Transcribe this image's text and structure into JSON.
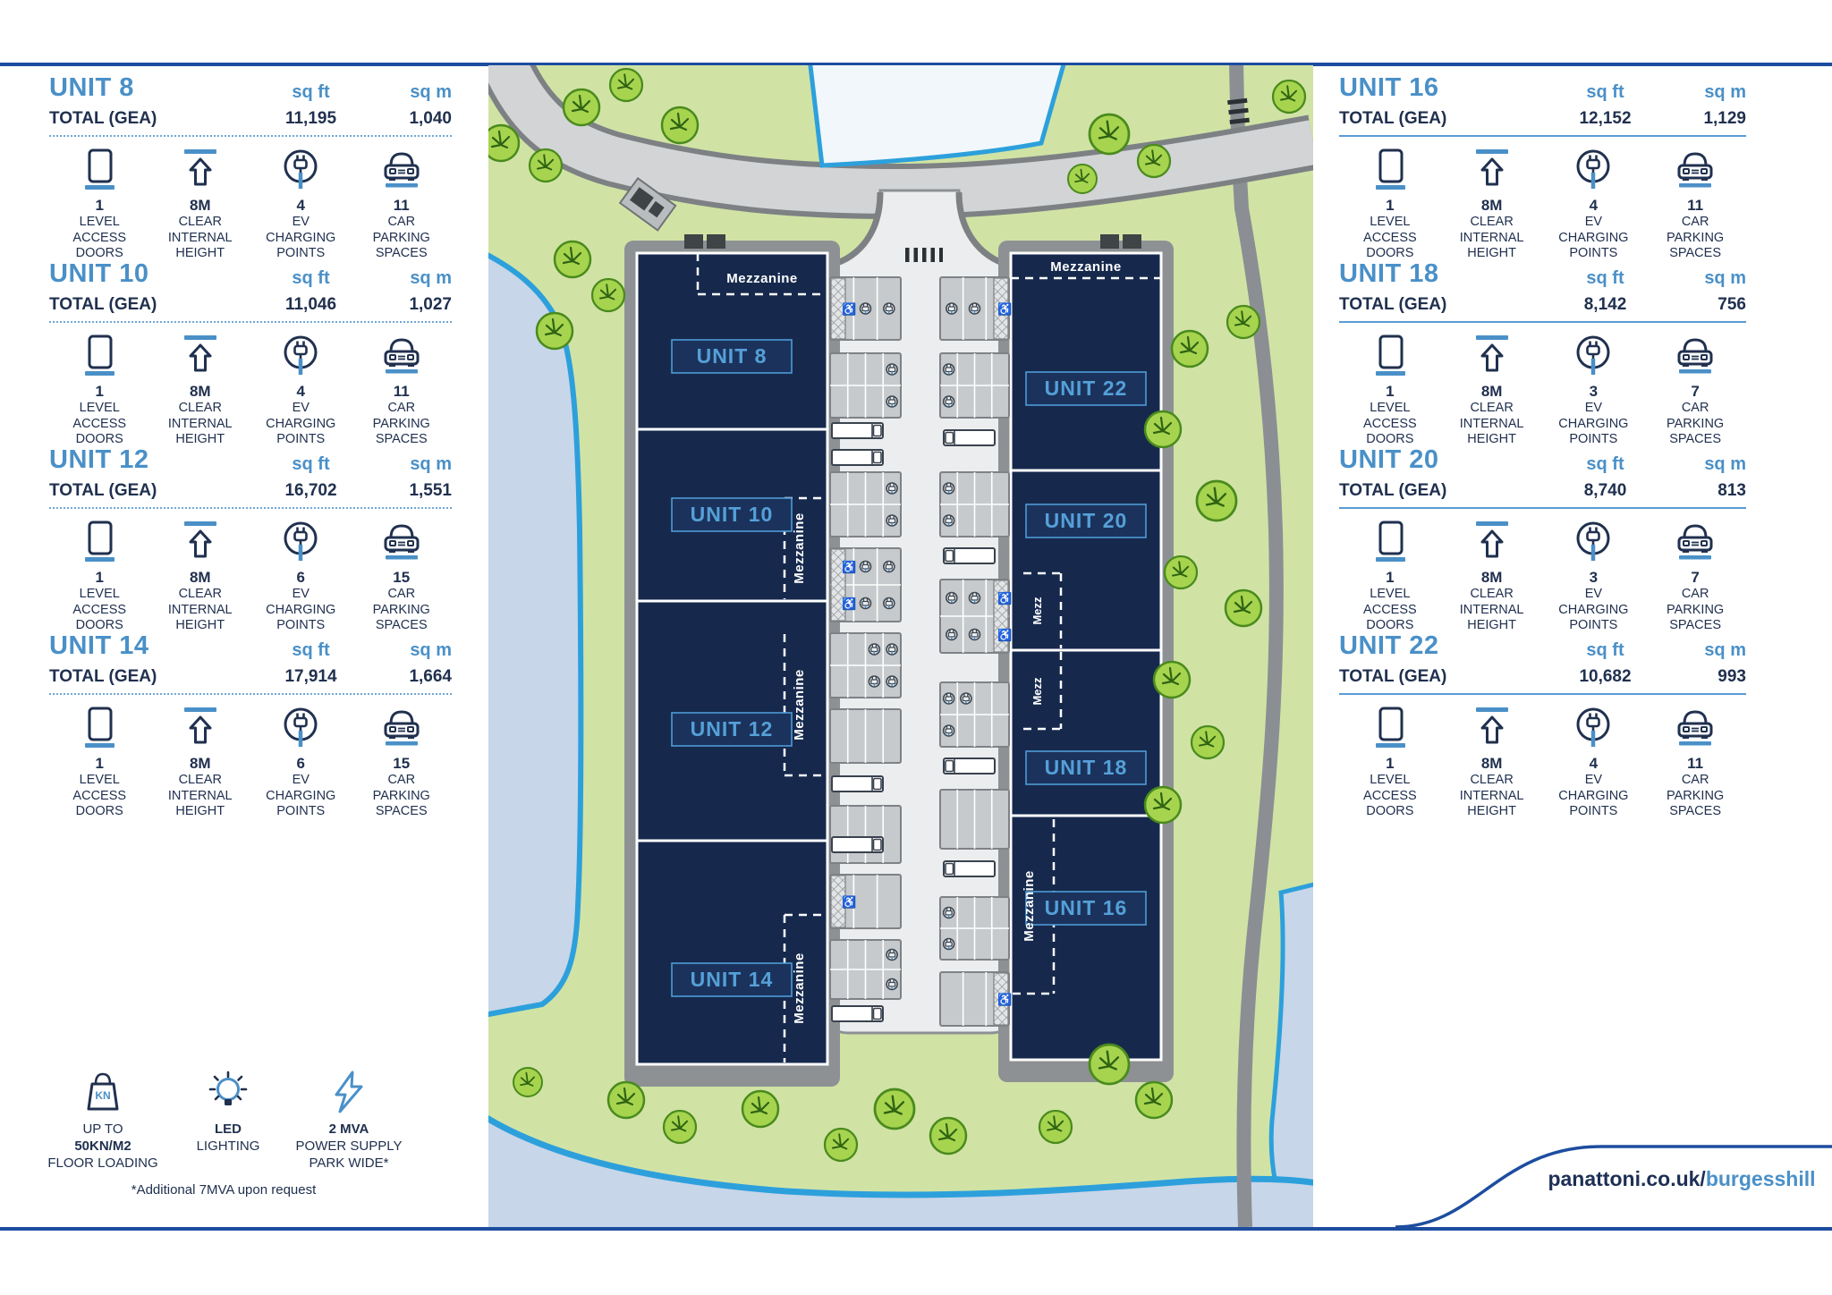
{
  "labels": {
    "total": "TOTAL (GEA)",
    "sqft": "sq ft",
    "sqm": "sq m",
    "doors": [
      "LEVEL",
      "ACCESS",
      "DOORS"
    ],
    "height": [
      "CLEAR",
      "INTERNAL",
      "HEIGHT"
    ],
    "ev": [
      "EV",
      "CHARGING",
      "POINTS"
    ],
    "parking": [
      "CAR",
      "PARKING",
      "SPACES"
    ]
  },
  "units_left": [
    {
      "title": "UNIT 8",
      "sqft": "11,195",
      "sqm": "1,040",
      "doors": "1",
      "height": "8M",
      "ev": "4",
      "parking": "11"
    },
    {
      "title": "UNIT 10",
      "sqft": "11,046",
      "sqm": "1,027",
      "doors": "1",
      "height": "8M",
      "ev": "4",
      "parking": "11"
    },
    {
      "title": "UNIT 12",
      "sqft": "16,702",
      "sqm": "1,551",
      "doors": "1",
      "height": "8M",
      "ev": "6",
      "parking": "15"
    },
    {
      "title": "UNIT 14",
      "sqft": "17,914",
      "sqm": "1,664",
      "doors": "1",
      "height": "8M",
      "ev": "6",
      "parking": "15"
    }
  ],
  "units_right": [
    {
      "title": "UNIT 16",
      "sqft": "12,152",
      "sqm": "1,129",
      "doors": "1",
      "height": "8M",
      "ev": "4",
      "parking": "11"
    },
    {
      "title": "UNIT 18",
      "sqft": "8,142",
      "sqm": "756",
      "doors": "1",
      "height": "8M",
      "ev": "3",
      "parking": "7"
    },
    {
      "title": "UNIT 20",
      "sqft": "8,740",
      "sqm": "813",
      "doors": "1",
      "height": "8M",
      "ev": "3",
      "parking": "7"
    },
    {
      "title": "UNIT 22",
      "sqft": "10,682",
      "sqm": "993",
      "doors": "1",
      "height": "8M",
      "ev": "4",
      "parking": "11"
    }
  ],
  "features": {
    "floor_loading": {
      "icon_text": "KN",
      "line1": "UP TO",
      "line2": "50KN/M2",
      "line3": "FLOOR LOADING"
    },
    "lighting": {
      "line1": "LED",
      "line2": "LIGHTING"
    },
    "power": {
      "line1": "2 MVA",
      "line2": "POWER SUPPLY",
      "line3": "PARK WIDE*"
    },
    "footnote": "*Additional 7MVA upon request"
  },
  "map": {
    "left_units": [
      {
        "label": "UNIT 8"
      },
      {
        "label": "UNIT 10"
      },
      {
        "label": "UNIT 12"
      },
      {
        "label": "UNIT 14"
      }
    ],
    "right_units": [
      {
        "label": "UNIT 22"
      },
      {
        "label": "UNIT 20"
      },
      {
        "label": "UNIT 18"
      },
      {
        "label": "UNIT 16"
      }
    ],
    "mezzanine": "Mezzanine",
    "mezz": "Mezz"
  },
  "footer": {
    "url_prefix": "panattoni.co.uk/",
    "url_highlight": "burgesshill"
  },
  "colors": {
    "accent_blue": "#4a90c8",
    "dark_navy_text": "#20304f",
    "building_navy": "#16294d",
    "rule_blue": "#1d4d9f",
    "unit_label_blue": "#55a0d8",
    "map_green": "#d0e3a5",
    "water": "#c7d6e9",
    "water_edge": "#2da0dc",
    "road": "#d2d4d6"
  }
}
